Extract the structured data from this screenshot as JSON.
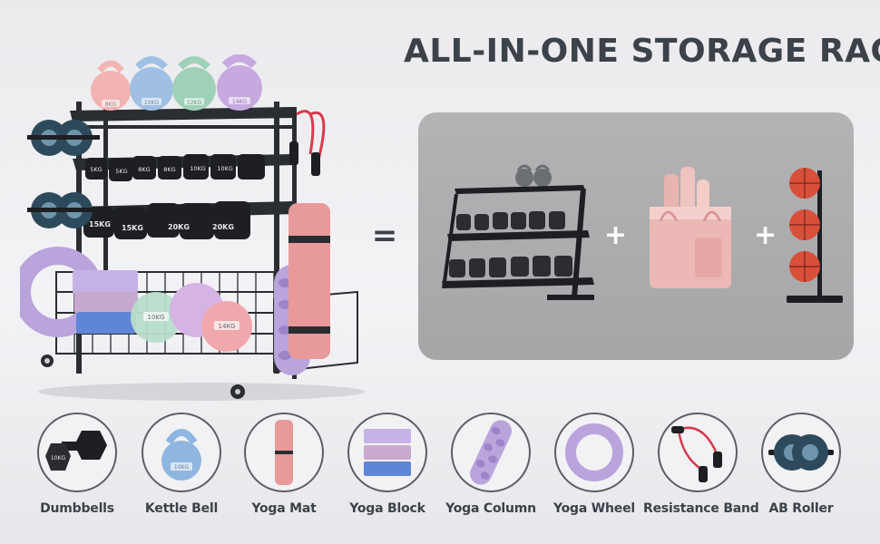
{
  "title": "ALL-IN-ONE STORAGE RACK",
  "equals_sign": "=",
  "plus_sign": "+",
  "rack": {
    "kettlebells": [
      {
        "label": "8KG",
        "color": "#f2b4b2"
      },
      {
        "label": "10KG",
        "color": "#9fc0e2"
      },
      {
        "label": "12KG",
        "color": "#9fd1b8"
      },
      {
        "label": "14KG",
        "color": "#c7a9e0"
      }
    ],
    "dumbbells_middle": [
      "5KG",
      "5KG",
      "8KG",
      "8KG",
      "10KG",
      "10KG"
    ],
    "dumbbells_bottom": [
      "15KG",
      "15KG",
      "20KG",
      "20KG"
    ],
    "ball_labels": [
      "10KG",
      "14KG"
    ]
  },
  "colors": {
    "frame": "#2a2d31",
    "mat_pink": "#e89a9a",
    "lavender": "#b9a4dc",
    "blue_block": "#5f86d6",
    "heading": "#3c4249"
  },
  "items": [
    {
      "name": "dumbbells",
      "label": "Dumbbells",
      "icon": "dumbbell-icon",
      "badge": "10KG"
    },
    {
      "name": "kettle-bell",
      "label": "Kettle Bell",
      "icon": "kettlebell-icon",
      "badge": "10KG"
    },
    {
      "name": "yoga-mat",
      "label": "Yoga Mat",
      "icon": "yoga-mat-icon"
    },
    {
      "name": "yoga-block",
      "label": "Yoga Block",
      "icon": "yoga-block-icon"
    },
    {
      "name": "yoga-column",
      "label": "Yoga Column",
      "icon": "foam-roller-icon"
    },
    {
      "name": "yoga-wheel",
      "label": "Yoga Wheel",
      "icon": "yoga-wheel-icon"
    },
    {
      "name": "resistance-band",
      "label": "Resistance Band",
      "icon": "resistance-band-icon"
    },
    {
      "name": "ab-roller",
      "label": "AB Roller",
      "icon": "ab-roller-icon"
    }
  ]
}
